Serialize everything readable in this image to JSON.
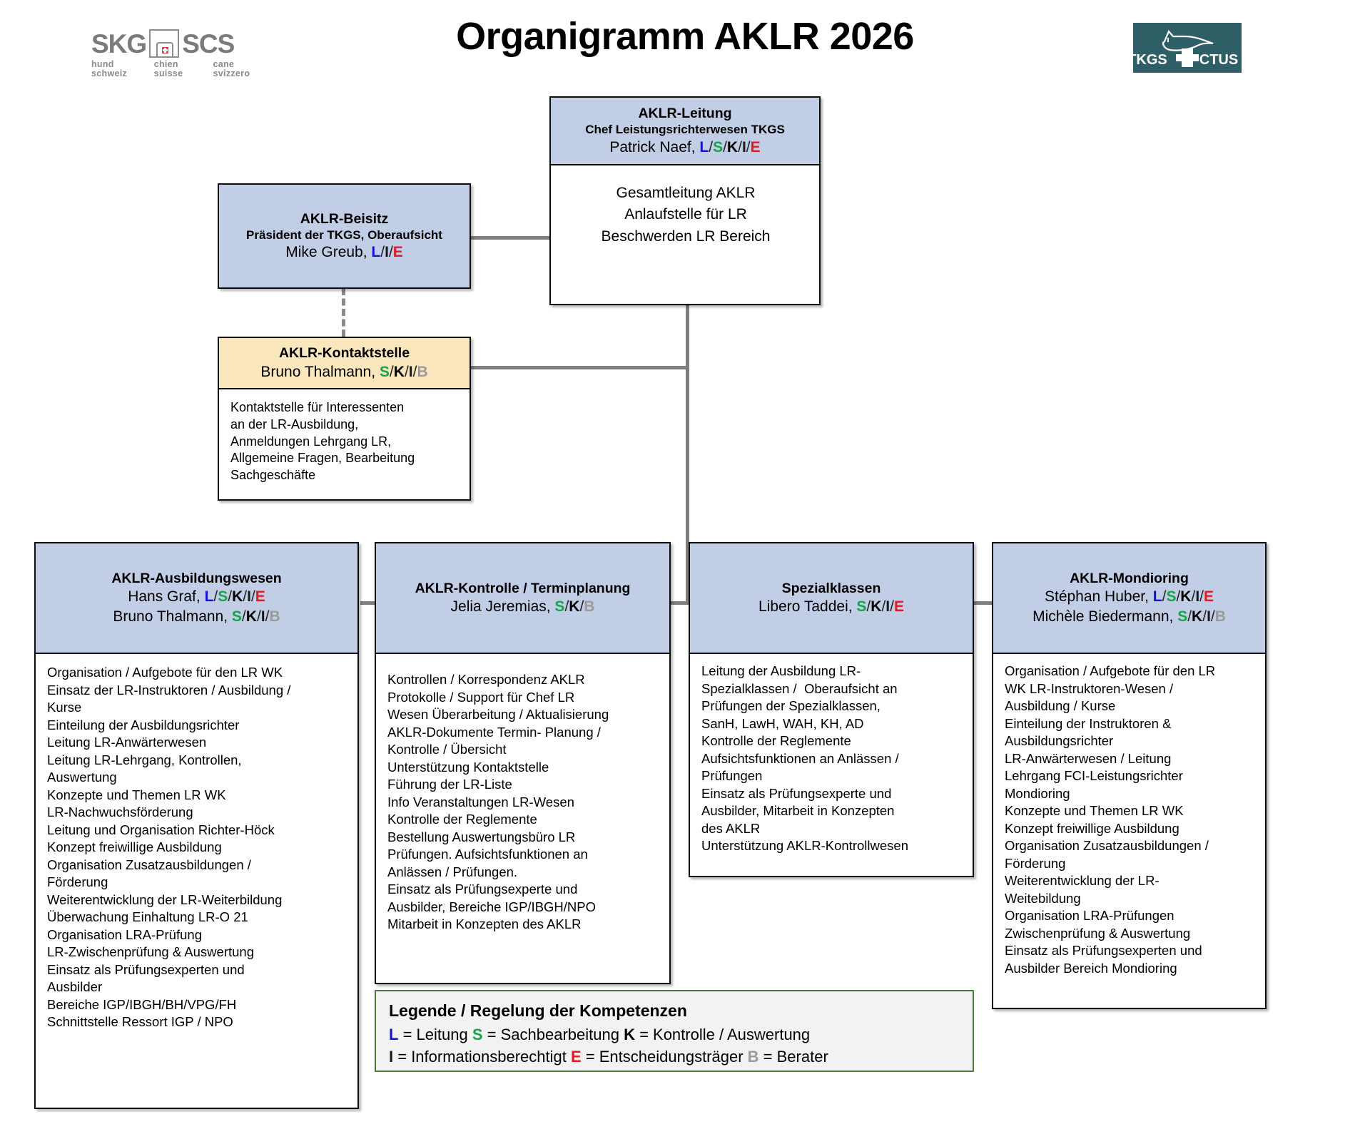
{
  "header": {
    "title": "Organigramm AKLR 2026",
    "skg_logo": {
      "left_word": "SKG",
      "right_word": "SCS",
      "sub": [
        "hund schweiz",
        "chien suisse",
        "cane svizzero"
      ]
    },
    "tkgs_logo": {
      "left_word": "TKGS",
      "right_word": "CTUS"
    }
  },
  "nodes": {
    "leitung": {
      "title": "AKLR-Leitung",
      "subtitle": "Chef Leistungsrichterwesen TKGS",
      "person_name": "Patrick Naef, ",
      "codes": [
        "L",
        "S",
        "K",
        "I",
        "E"
      ],
      "tasks": "Gesamtleitung AKLR\nAnlaufstelle für LR\nBeschwerden LR Bereich"
    },
    "beisitz": {
      "title": "AKLR-Beisitz",
      "subtitle": "Präsident der TKGS, Oberaufsicht",
      "person_name": "Mike Greub, ",
      "codes": [
        "L",
        "I",
        "E"
      ]
    },
    "kontaktstelle": {
      "title": "AKLR-Kontaktstelle",
      "person_name": "Bruno Thalmann, ",
      "codes": [
        "S",
        "K",
        "I",
        "B"
      ],
      "tasks": "Kontaktstelle für Interessenten\nan der LR-Ausbildung,\nAnmeldungen Lehrgang LR,\nAllgemeine Fragen, Bearbeitung\nSachgeschäfte"
    },
    "ausbildungswesen": {
      "title": "AKLR-Ausbildungswesen",
      "people": [
        {
          "name": "Hans Graf, ",
          "codes": [
            "L",
            "S",
            "K",
            "I",
            "E"
          ]
        },
        {
          "name": "Bruno Thalmann, ",
          "codes": [
            "S",
            "K",
            "I",
            "B"
          ]
        }
      ],
      "tasks": "Organisation / Aufgebote für den LR WK\nEinsatz der LR-Instruktoren / Ausbildung /\nKurse\nEinteilung der Ausbildungsrichter\nLeitung LR-Anwärterwesen\nLeitung LR-Lehrgang, Kontrollen,\nAuswertung\nKonzepte und Themen LR WK\nLR-Nachwuchsförderung\nLeitung und Organisation Richter-Höck\nKonzept freiwillige Ausbildung\nOrganisation Zusatzausbildungen /\nFörderung\nWeiterentwicklung der LR-Weiterbildung\nÜberwachung Einhaltung LR-O 21\nOrganisation LRA-Prüfung\nLR-Zwischenprüfung & Auswertung\nEinsatz als Prüfungsexperten und\nAusbilder\nBereiche IGP/IBGH/BH/VPG/FH\nSchnittstelle Ressort IGP / NPO"
    },
    "kontrolle": {
      "title": "AKLR-Kontrolle / Terminplanung",
      "people": [
        {
          "name": "Jelia Jeremias, ",
          "codes": [
            "S",
            "K",
            "B"
          ]
        }
      ],
      "tasks": "Kontrollen / Korrespondenz AKLR\nProtokolle / Support für Chef LR\nWesen Überarbeitung / Aktualisierung\nAKLR-Dokumente Termin- Planung /\nKontrolle / Übersicht\nUnterstützung Kontaktstelle\nFührung der LR-Liste\nInfo Veranstaltungen LR-Wesen\nKontrolle der Reglemente\nBestellung Auswertungsbüro LR\nPrüfungen. Aufsichtsfunktionen an\nAnlässen / Prüfungen.\nEinsatz als Prüfungsexperte und\nAusbilder, Bereiche IGP/IBGH/NPO\nMitarbeit in Konzepten des AKLR"
    },
    "spezialklassen": {
      "title": "Spezialklassen",
      "people": [
        {
          "name": "Libero Taddei, ",
          "codes": [
            "S",
            "K",
            "I",
            "E"
          ]
        }
      ],
      "tasks": "Leitung der Ausbildung LR-\nSpezialklassen /  Oberaufsicht an\nPrüfungen der Spezialklassen,\nSanH, LawH, WAH, KH, AD\nKontrolle der Reglemente\nAufsichtsfunktionen an Anlässen /\nPrüfungen\nEinsatz als Prüfungsexperte und\nAusbilder, Mitarbeit in Konzepten\ndes AKLR\nUnterstützung AKLR-Kontrollwesen"
    },
    "mondioring": {
      "title": "AKLR-Mondioring",
      "people": [
        {
          "name": "Stéphan Huber, ",
          "codes": [
            "L",
            "S",
            "K",
            "I",
            "E"
          ]
        },
        {
          "name": "Michèle Biedermann, ",
          "codes": [
            "S",
            "K",
            "I",
            "B"
          ]
        }
      ],
      "tasks": "Organisation / Aufgebote für den LR\nWK LR-Instruktoren-Wesen /\nAusbildung / Kurse\nEinteilung der Instruktoren &\nAusbildungsrichter\nLR-Anwärterwesen / Leitung\nLehrgang FCI-Leistungsrichter\nMondioring\nKonzepte und Themen LR WK\nKonzept freiwillige Ausbildung\nOrganisation Zusatzausbildungen /\nFörderung\nWeiterentwicklung der LR-\nWeitebildung\nOrganisation LRA-Prüfungen\nZwischenprüfung & Auswertung\nEinsatz als Prüfungsexperten und\nAusbilder Bereich Mondioring"
    }
  },
  "legend": {
    "title": "Legende / Regelung der Kompetenzen",
    "line1": [
      {
        "code": "L",
        "text": " = Leitung "
      },
      {
        "code": "S",
        "text": " = Sachbearbeitung "
      },
      {
        "code": "K",
        "text": " = Kontrolle / Auswertung"
      }
    ],
    "line2": [
      {
        "code": "I",
        "text": " = Informationsberechtigt "
      },
      {
        "code": "E",
        "text": " = Entscheidungsträger "
      },
      {
        "code": "B",
        "text": " = Berater"
      }
    ]
  },
  "colors": {
    "header_fill": "#c2cde6",
    "contact_fill": "#fbe7bd",
    "border": "#0d0d0d",
    "connector": "#7f7f7f",
    "legend_border": "#4a7a3c",
    "L": "#1414cf",
    "S": "#16a34a",
    "K": "#000000",
    "I": "#1a1a1a",
    "E": "#e01b24",
    "B": "#9a9a9a",
    "tkgs_bg": "#2e5f66",
    "skg_gray": "#7b7b7b"
  }
}
